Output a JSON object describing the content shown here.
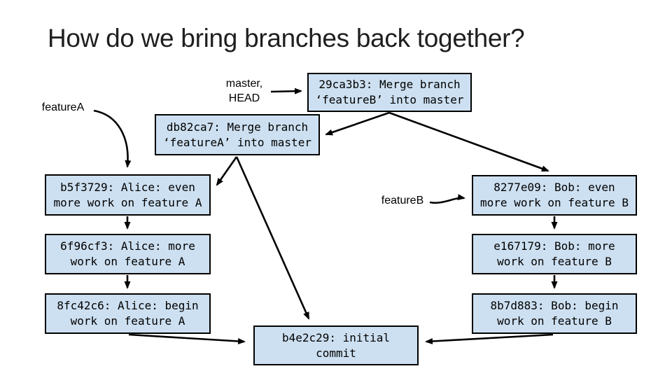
{
  "slide": {
    "title": "How do we bring branches back together?"
  },
  "labels": {
    "feature_a": "featureA",
    "feature_b": "featureB",
    "master_head": {
      "line1": "master,",
      "line2": "HEAD"
    }
  },
  "commits": {
    "merge_feature_b": {
      "line1": "29ca3b3: Merge branch",
      "line2": "‘featureB’ into master"
    },
    "merge_feature_a": {
      "line1": "db82ca7: Merge branch",
      "line2": "‘featureA’ into master"
    },
    "alice_3": {
      "line1": "b5f3729: Alice: even",
      "line2": "more work on feature A"
    },
    "alice_2": {
      "line1": "6f96cf3: Alice: more",
      "line2": "work on feature A"
    },
    "alice_1": {
      "line1": "8fc42c6: Alice: begin",
      "line2": "work on feature A"
    },
    "bob_3": {
      "line1": "8277e09: Bob: even",
      "line2": "more work on feature B"
    },
    "bob_2": {
      "line1": "e167179: Bob: more",
      "line2": "work on feature B"
    },
    "bob_1": {
      "line1": "8b7d883: Bob: begin",
      "line2": "work on feature B"
    },
    "initial": {
      "line1": "b4e2c29: initial",
      "line2": "commit"
    }
  },
  "graph": {
    "edges": [
      {
        "from": "29ca3b3",
        "to": "db82ca7"
      },
      {
        "from": "29ca3b3",
        "to": "8277e09"
      },
      {
        "from": "db82ca7",
        "to": "b5f3729"
      },
      {
        "from": "db82ca7",
        "to": "b4e2c29"
      },
      {
        "from": "b5f3729",
        "to": "6f96cf3"
      },
      {
        "from": "6f96cf3",
        "to": "8fc42c6"
      },
      {
        "from": "8fc42c6",
        "to": "b4e2c29"
      },
      {
        "from": "8277e09",
        "to": "e167179"
      },
      {
        "from": "e167179",
        "to": "8b7d883"
      },
      {
        "from": "8b7d883",
        "to": "b4e2c29"
      },
      {
        "from": "master-head-label",
        "to": "29ca3b3"
      },
      {
        "from": "featureA-label",
        "to": "b5f3729"
      },
      {
        "from": "featureB-label",
        "to": "8277e09"
      }
    ]
  },
  "colors": {
    "box_fill": "#cde0f1",
    "box_border": "#000000",
    "arrow": "#000000",
    "title_color": "#1f1f1f",
    "text_color": "#000000"
  }
}
